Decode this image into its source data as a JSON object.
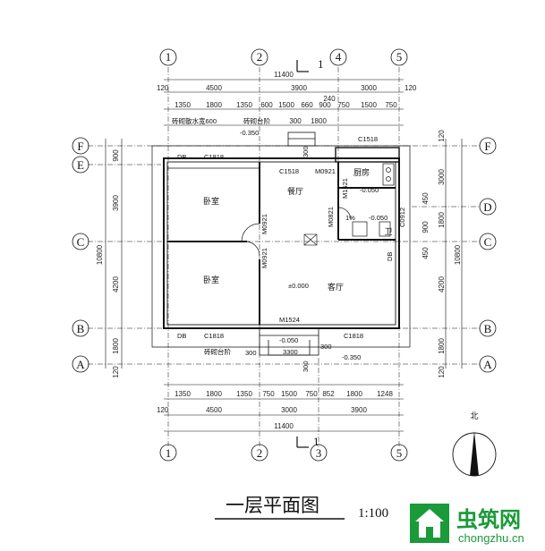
{
  "axes": {
    "top": [
      "1",
      "2",
      "4",
      "5"
    ],
    "bottom": [
      "1",
      "2",
      "3",
      "5"
    ],
    "left": [
      "F",
      "E",
      "C",
      "B",
      "A"
    ],
    "right": [
      "F",
      "D",
      "C",
      "B",
      "A"
    ]
  },
  "section_mark": "1",
  "dims": {
    "top_total": "11400",
    "top_row1": [
      "120",
      "4500",
      "3900",
      "3000",
      "120"
    ],
    "top_row2": [
      "1350",
      "1800",
      "1350",
      "600",
      "1500",
      "660",
      "900",
      "750",
      "1500",
      "750"
    ],
    "top_extra": [
      "240",
      "300",
      "1800"
    ],
    "bottom_row1": [
      "1350",
      "1800",
      "1350",
      "750",
      "1500",
      "750",
      "852",
      "1800",
      "1248"
    ],
    "bottom_row2": [
      "120",
      "4500",
      "3000",
      "3900"
    ],
    "bottom_total": "11400",
    "left": [
      "900",
      "3900",
      "4200",
      "1800",
      "120"
    ],
    "left_total": "10800",
    "right": [
      "120",
      "3000",
      "450",
      "1800",
      "900",
      "450",
      "4200",
      "1800",
      "120"
    ],
    "right_total": "10800"
  },
  "rooms": {
    "bedroom1": "卧室",
    "bedroom2": "卧室",
    "dining": "餐厅",
    "kitchen": "厨房",
    "living": "客厅",
    "toilet": "卫"
  },
  "labels": {
    "apron": "砖砌散水宽600",
    "steps_top": "砖砌台阶",
    "steps_bottom": "砖砌台阶",
    "lvl_top": "-0.350",
    "lvl_kitchen": "-0.050",
    "lvl_toilet": "-0.050",
    "lvl_living": "±0.000",
    "lvl_entry": "-0.050",
    "lvl_outside": "-0.350",
    "entry_width": "3300",
    "slope": "1%",
    "w_c1818_a": "C1818",
    "w_c1818_b": "C1818",
    "w_c1818_c": "C1818",
    "w_c1518_top": "C1518",
    "w_c1518_in": "C1518",
    "w_c0912": "C0912",
    "d_m0921_a": "M0921",
    "d_m0921_b": "M0921",
    "d_m0921_c": "M0921",
    "d_m1521": "M1521",
    "d_m0821": "M0821",
    "d_m1524": "M1524",
    "db_a": "DB",
    "db_b": "DB",
    "db_c": "DB",
    "side_300a": "300",
    "side_300b": "300",
    "side_300c": "300",
    "side_300d": "300"
  },
  "north_label": "北",
  "title": "一层平面图",
  "scale": "1:100",
  "watermark": {
    "name": "虫筑网",
    "url": "chongzhu.cn"
  },
  "colors": {
    "line": "#111111",
    "watermark": "#1a9a38"
  }
}
